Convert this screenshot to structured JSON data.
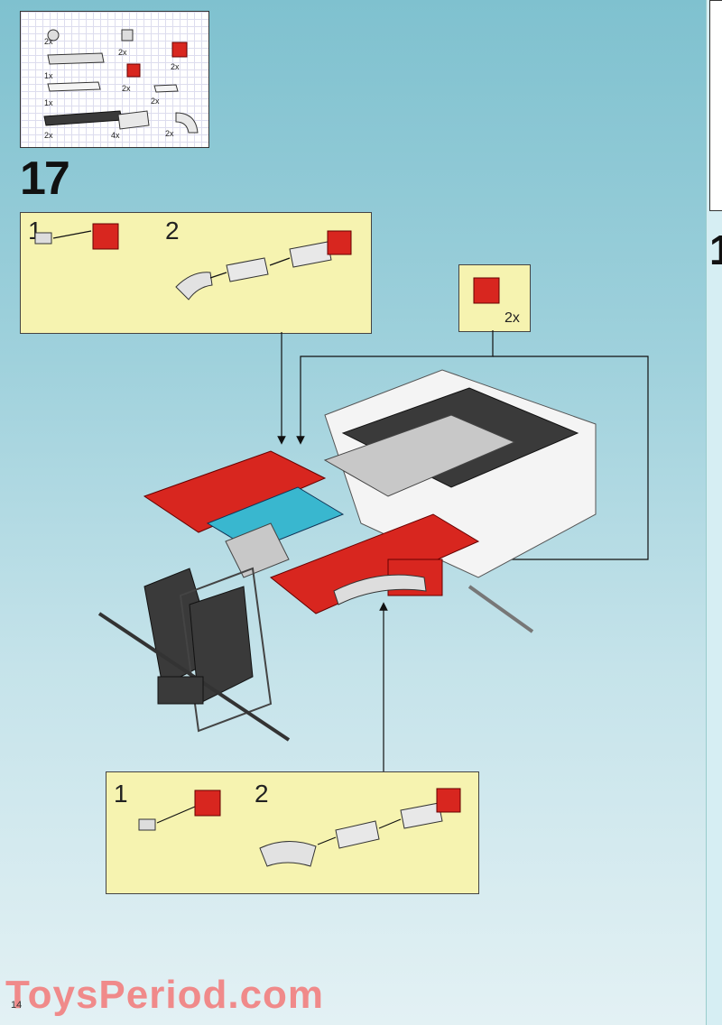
{
  "parts_list": {
    "items": [
      {
        "qty": "2x",
        "part": "bush-icon"
      },
      {
        "qty": "2x",
        "part": "connector-peg-icon"
      },
      {
        "qty": "1x",
        "part": "gear-rack-icon"
      },
      {
        "qty": "2x",
        "part": "red-brick-1x1-icon"
      },
      {
        "qty": "2x",
        "part": "red-brick-1x1-small-icon"
      },
      {
        "qty": "1x",
        "part": "white-plate-1x6-icon"
      },
      {
        "qty": "2x",
        "part": "white-plate-1x2-icon"
      },
      {
        "qty": "2x",
        "part": "dark-plate-1x8-icon"
      },
      {
        "qty": "4x",
        "part": "grey-pipe-icon"
      },
      {
        "qty": "2x",
        "part": "grey-elbow-icon"
      }
    ]
  },
  "step": {
    "number": "17"
  },
  "sub_assembly_top": {
    "step1": "1",
    "step2": "2"
  },
  "callout_small": {
    "qty": "2x"
  },
  "sub_assembly_bottom": {
    "step1": "1",
    "step2": "2"
  },
  "right_page": {
    "partial_step": "1"
  },
  "footer": {
    "watermark": "ToysPeriod.com",
    "page_number": "14"
  },
  "colors": {
    "red": "#d8261f",
    "cyan": "#39b7cf",
    "yellow_panel": "#f6f3b0",
    "watermark": "#f08a8a"
  }
}
